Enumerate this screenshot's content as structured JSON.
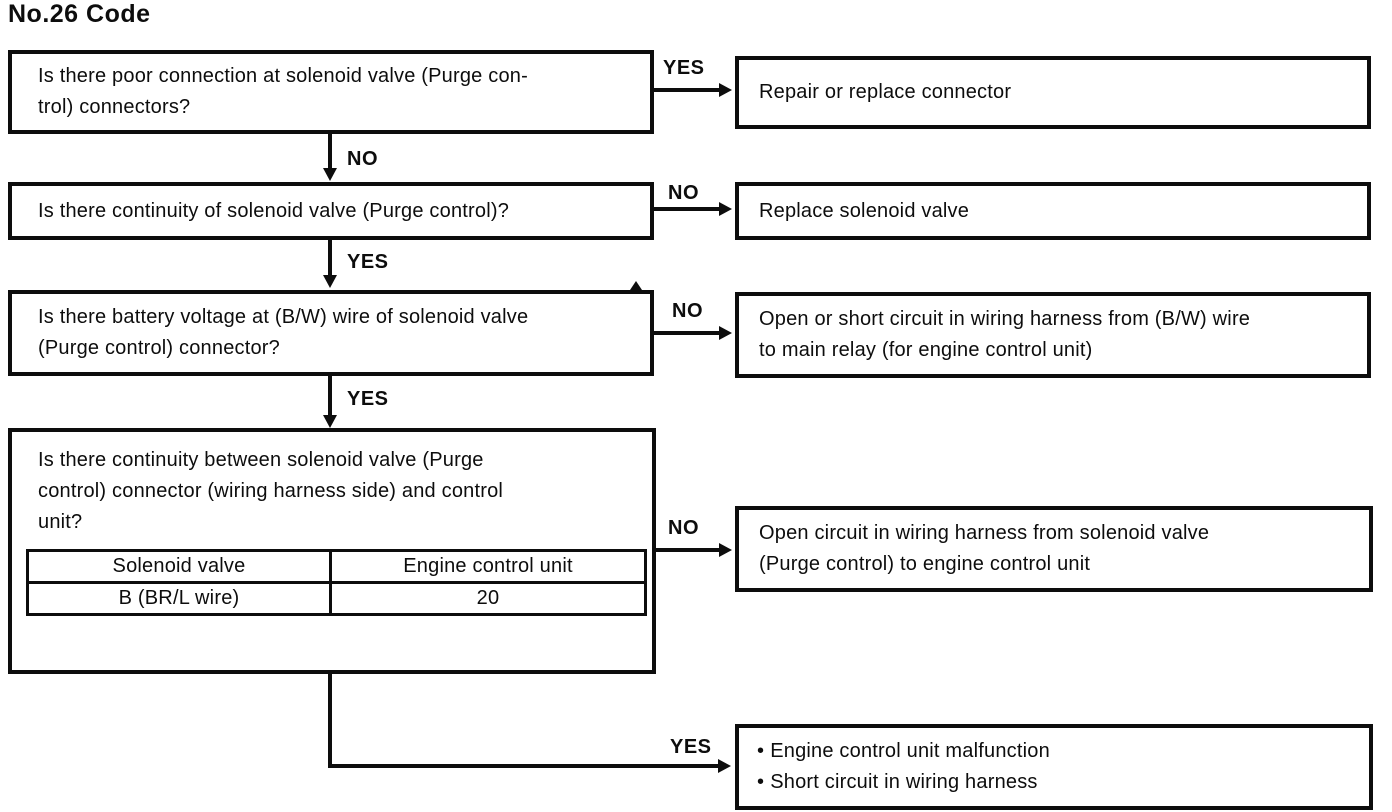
{
  "title": "No.26 Code",
  "labels": {
    "yes": "YES",
    "no": "NO"
  },
  "flowchart": {
    "q1": {
      "text": "Is there poor connection at solenoid valve (Purge con-\ntrol) connectors?"
    },
    "q2": {
      "text": "Is there continuity of solenoid valve (Purge control)?"
    },
    "q3": {
      "text": "Is there battery voltage at (B/W) wire of solenoid valve\n(Purge control) connector?"
    },
    "q4": {
      "text": "Is there continuity between solenoid valve (Purge\ncontrol) connector (wiring harness side) and control\nunit?",
      "table": {
        "headers": [
          "Solenoid valve",
          "Engine control unit"
        ],
        "rows": [
          [
            "B (BR/L wire)",
            "20"
          ]
        ]
      }
    },
    "a1": {
      "text": "Repair or replace connector"
    },
    "a2": {
      "text": "Replace solenoid valve"
    },
    "a3": {
      "text": "Open or short circuit in wiring harness from (B/W) wire\nto main relay (for engine control unit)"
    },
    "a4": {
      "text": "Open circuit in wiring harness from solenoid valve\n(Purge control) to engine control unit"
    },
    "a5": {
      "items": [
        "Engine control unit malfunction",
        "Short circuit in wiring harness"
      ]
    }
  }
}
